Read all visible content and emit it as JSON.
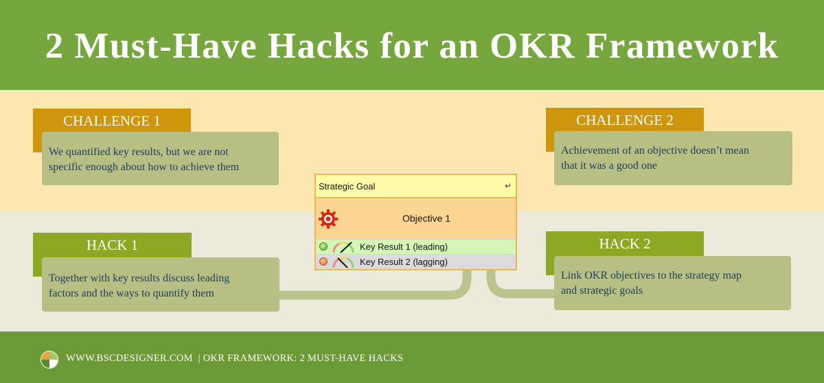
{
  "header": {
    "title": "2 Must-Have Hacks for an OKR Framework"
  },
  "challenge1": {
    "label": "CHALLENGE 1",
    "text_line1": "We quantified key results, but we are not",
    "text_line2": "specific enough about how to achieve them"
  },
  "challenge2": {
    "label": "CHALLENGE 2",
    "text_line1": "Achievement of an objective doesn’t mean",
    "text_line2": "that it was a good one"
  },
  "hack1": {
    "label": "HACK 1",
    "text_line1": "Together with key results discuss leading",
    "text_line2": "factors and the ways to quantify them"
  },
  "hack2": {
    "label": "HACK 2",
    "text_line1": "Link OKR objectives to the strategy map",
    "text_line2": "and strategic goals"
  },
  "diagram": {
    "strategic_goal": "Strategic Goal",
    "link_symbol": "↵",
    "objective": "Objective 1",
    "key_results": [
      {
        "label": "Key Result 1 (leading)",
        "status_color": "#7dc242"
      },
      {
        "label": "Key Result 2 (lagging)",
        "status_color": "#e68a3a"
      }
    ]
  },
  "footer": {
    "text": "WWW.BSCDESIGNER.COM  | OKR FRAMEWORK: 2 MUST-HAVE HACKS"
  },
  "colors": {
    "header_green": "#76a73e",
    "footer_green": "#6c9a36",
    "challenge_orange": "#cf960d",
    "hack_green": "#8da822",
    "card_olive": "#b7bf85",
    "arrow": "#bcc48d"
  }
}
